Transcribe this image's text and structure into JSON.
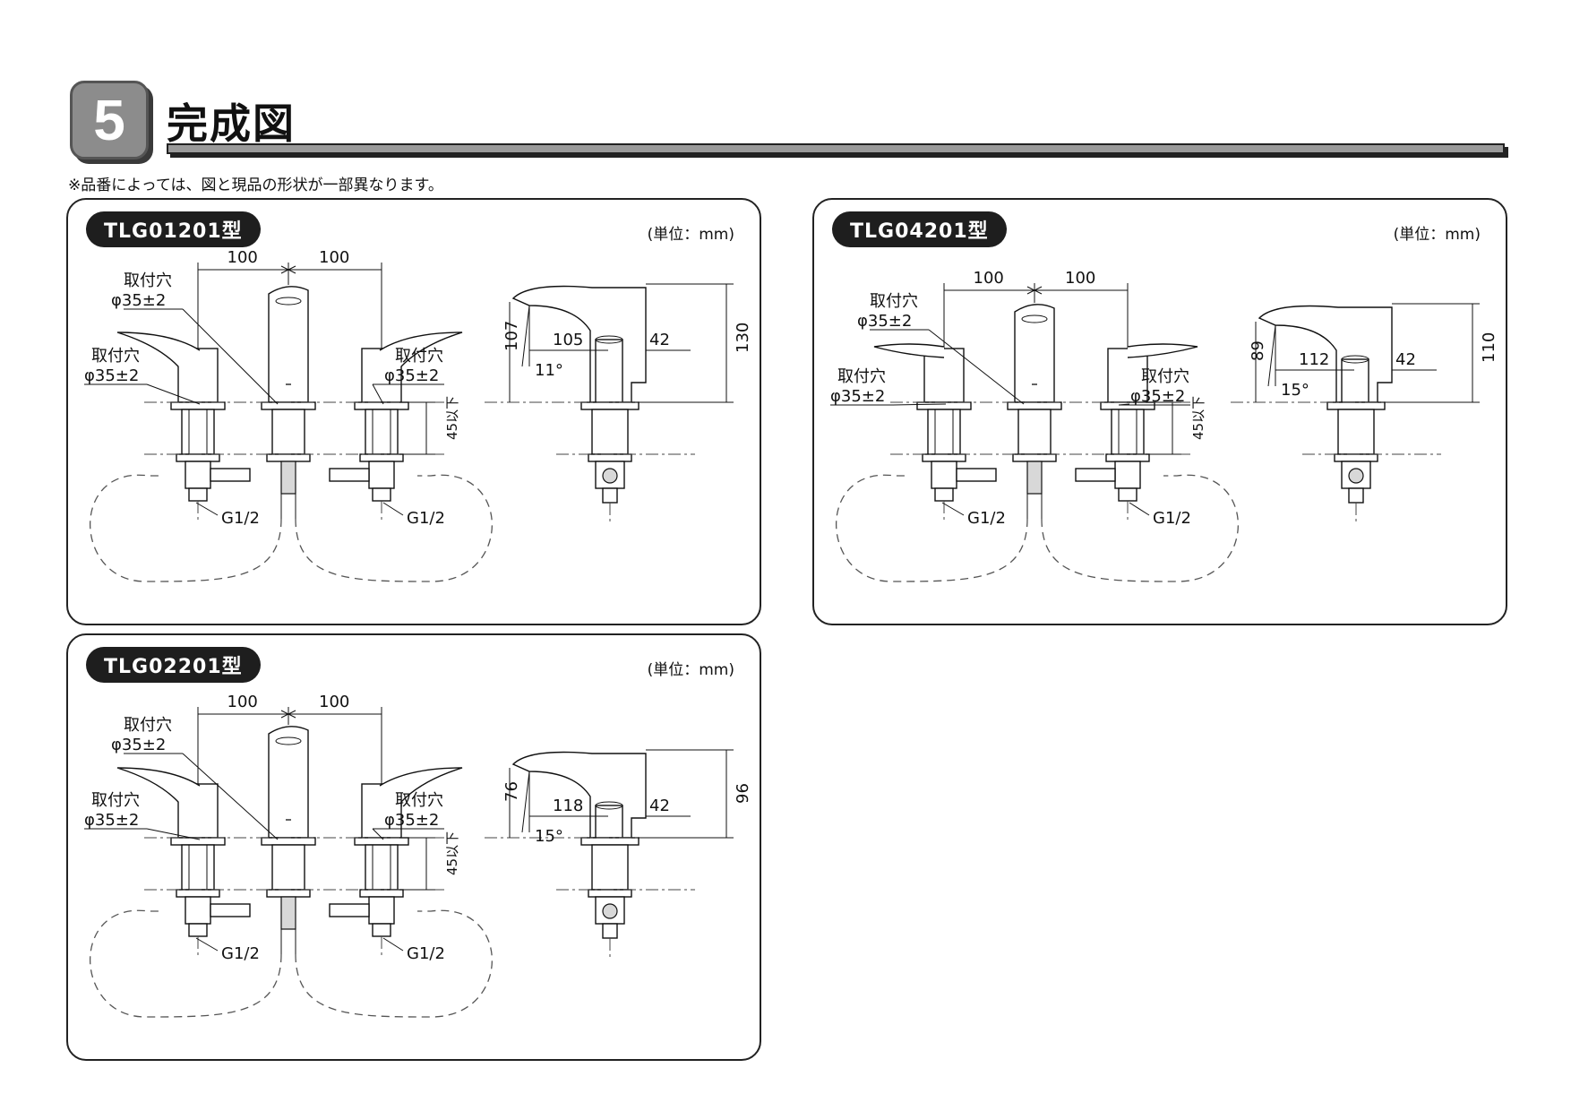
{
  "section": {
    "number": "5",
    "title": "完成図",
    "note": "※品番によっては、図と現品の形状が一部異なります。"
  },
  "panels": [
    {
      "model": "TLG01201型",
      "unit": "(単位：mm)",
      "front": {
        "dim_left": "100",
        "dim_right": "100",
        "hole_top_label": "取付穴",
        "hole_top_value": "φ35±2",
        "hole_left_label": "取付穴",
        "hole_left_value": "φ35±2",
        "hole_right_label": "取付穴",
        "hole_right_value": "φ35±2",
        "deck_label": "45以下",
        "pipe_left": "G1/2",
        "pipe_right": "G1/2"
      },
      "side": {
        "height_spout": "107",
        "height_total": "130",
        "reach": "105",
        "offset": "42",
        "angle": "11°"
      }
    },
    {
      "model": "TLG04201型",
      "unit": "(単位：mm)",
      "front": {
        "dim_left": "100",
        "dim_right": "100",
        "hole_top_label": "取付穴",
        "hole_top_value": "φ35±2",
        "hole_left_label": "取付穴",
        "hole_left_value": "φ35±2",
        "hole_right_label": "取付穴",
        "hole_right_value": "φ35±2",
        "deck_label": "45以下",
        "pipe_left": "G1/2",
        "pipe_right": "G1/2"
      },
      "side": {
        "height_spout": "89",
        "height_total": "110",
        "reach": "112",
        "offset": "42",
        "angle": "15°"
      }
    },
    {
      "model": "TLG02201型",
      "unit": "(単位：mm)",
      "front": {
        "dim_left": "100",
        "dim_right": "100",
        "hole_top_label": "取付穴",
        "hole_top_value": "φ35±2",
        "hole_left_label": "取付穴",
        "hole_left_value": "φ35±2",
        "hole_right_label": "取付穴",
        "hole_right_value": "φ35±2",
        "deck_label": "45以下",
        "pipe_left": "G1/2",
        "pipe_right": "G1/2"
      },
      "side": {
        "height_spout": "76",
        "height_total": "96",
        "reach": "118",
        "offset": "42",
        "angle": "15°"
      }
    }
  ]
}
